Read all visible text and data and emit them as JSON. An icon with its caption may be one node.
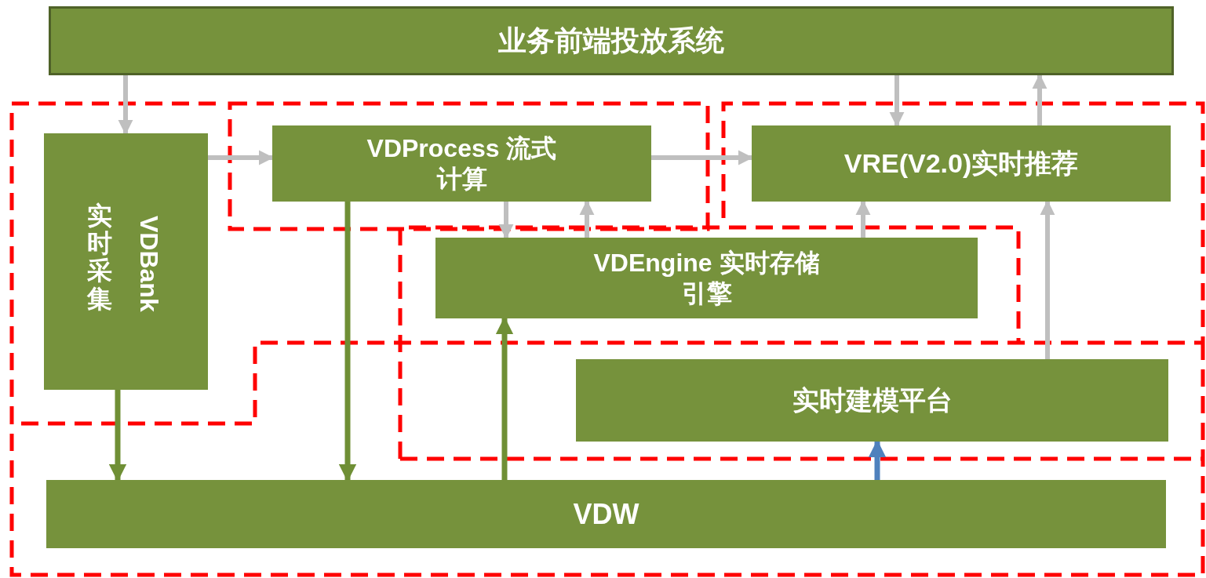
{
  "diagram": {
    "nodes": [
      {
        "text": [
          "业务前端投放系统"
        ]
      },
      {
        "text": [
          "VDBank",
          "实时采集"
        ]
      },
      {
        "text": [
          "VDProcess 流式计算"
        ]
      },
      {
        "text": [
          "VRE(V2.0)实时推荐"
        ]
      },
      {
        "text": [
          "VDEngine 实时存储引擎"
        ]
      },
      {
        "text": [
          "实时建模平台"
        ]
      },
      {
        "text": [
          "VDW"
        ]
      }
    ],
    "edges": [
      {
        "from": 0,
        "to": 1,
        "arrow": "to"
      },
      {
        "from": 1,
        "to": 2,
        "arrow": "to"
      },
      {
        "from": 2,
        "to": 3,
        "arrow": "to"
      },
      {
        "from": 0,
        "to": 3,
        "arrow": "to"
      },
      {
        "from": 3,
        "to": 0,
        "arrow": "to"
      },
      {
        "from": 2,
        "to": 4,
        "arrow": "to"
      },
      {
        "from": 4,
        "to": 2,
        "arrow": "to"
      },
      {
        "from": 4,
        "to": 3,
        "arrow": "to"
      },
      {
        "from": 5,
        "to": 3,
        "arrow": "to"
      },
      {
        "from": 1,
        "to": 6,
        "arrow": "to",
        "color": "#6f8f35"
      },
      {
        "from": 2,
        "to": 6,
        "arrow": "to",
        "color": "#6f8f35"
      },
      {
        "from": 6,
        "to": 4,
        "arrow": "to",
        "color": "#6f8f35"
      },
      {
        "from": 6,
        "to": 5,
        "arrow": "to",
        "color": "#4f81bd"
      }
    ]
  }
}
